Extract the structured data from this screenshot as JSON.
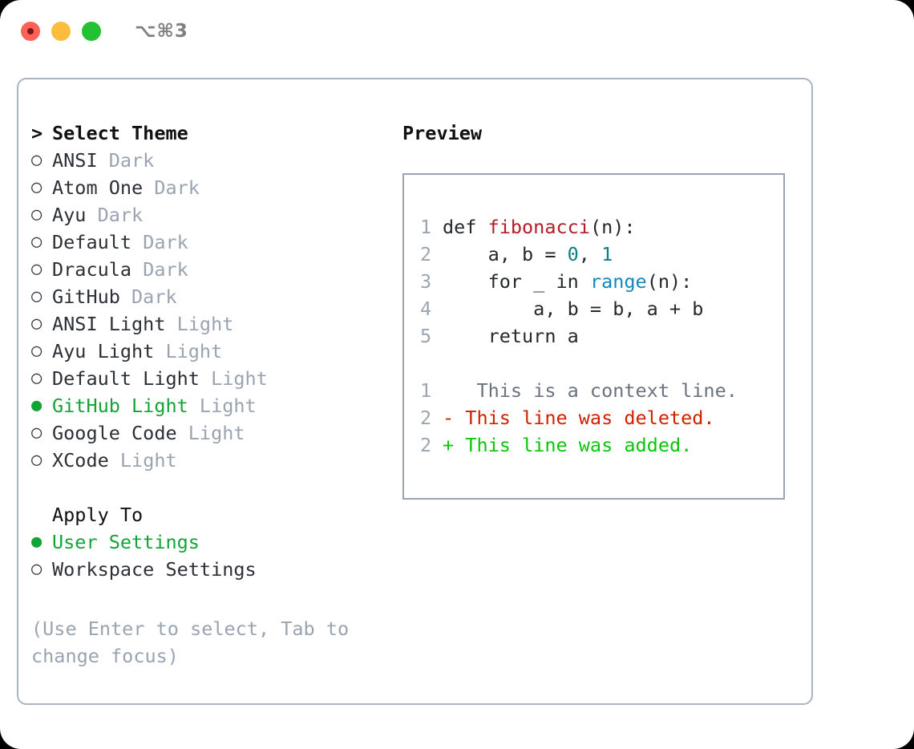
{
  "titlebar": {
    "shortcut": "⌥⌘3",
    "lights": [
      "close",
      "minimize",
      "zoom"
    ]
  },
  "left": {
    "heading": "Select Theme",
    "caret": ">",
    "bullet_unselected": "○",
    "bullet_selected": "●",
    "themes": [
      {
        "name": "ANSI",
        "kind": "Dark",
        "selected": false
      },
      {
        "name": "Atom One",
        "kind": "Dark",
        "selected": false
      },
      {
        "name": "Ayu",
        "kind": "Dark",
        "selected": false
      },
      {
        "name": "Default",
        "kind": "Dark",
        "selected": false
      },
      {
        "name": "Dracula",
        "kind": "Dark",
        "selected": false
      },
      {
        "name": "GitHub",
        "kind": "Dark",
        "selected": false
      },
      {
        "name": "ANSI Light",
        "kind": "Light",
        "selected": false
      },
      {
        "name": "Ayu Light",
        "kind": "Light",
        "selected": false
      },
      {
        "name": "Default Light",
        "kind": "Light",
        "selected": false
      },
      {
        "name": "GitHub Light",
        "kind": "Light",
        "selected": true
      },
      {
        "name": "Google Code",
        "kind": "Light",
        "selected": false
      },
      {
        "name": "XCode",
        "kind": "Light",
        "selected": false
      }
    ],
    "apply_to_label": "Apply To",
    "apply_to_options": [
      {
        "name": "User Settings",
        "selected": true
      },
      {
        "name": "Workspace Settings",
        "selected": false
      }
    ],
    "hint": "(Use Enter to select, Tab to change focus)"
  },
  "right": {
    "title": "Preview",
    "code_lines": [
      {
        "num": "1",
        "parts": [
          {
            "t": "def ",
            "c": "plain"
          },
          {
            "t": "fibonacci",
            "c": "fn"
          },
          {
            "t": "(n):",
            "c": "plain"
          }
        ]
      },
      {
        "num": "2",
        "parts": [
          {
            "t": "    a, b = ",
            "c": "plain"
          },
          {
            "t": "0",
            "c": "num"
          },
          {
            "t": ", ",
            "c": "plain"
          },
          {
            "t": "1",
            "c": "num"
          }
        ]
      },
      {
        "num": "3",
        "parts": [
          {
            "t": "    for _ in ",
            "c": "plain"
          },
          {
            "t": "range",
            "c": "call"
          },
          {
            "t": "(n):",
            "c": "plain"
          }
        ]
      },
      {
        "num": "4",
        "parts": [
          {
            "t": "        a, b = b, a + b",
            "c": "plain"
          }
        ]
      },
      {
        "num": "5",
        "parts": [
          {
            "t": "    return a",
            "c": "plain"
          }
        ]
      }
    ],
    "diff_lines": [
      {
        "num": "1",
        "marker": " ",
        "text": "  This is a context line.",
        "kind": "ctx"
      },
      {
        "num": "2",
        "marker": "-",
        "text": " This line was deleted.",
        "kind": "del"
      },
      {
        "num": "2",
        "marker": "+",
        "text": " This line was added.",
        "kind": "add"
      }
    ]
  },
  "colors": {
    "accent_green": "#12a437",
    "muted_gray": "#9aa3b0",
    "border": "#aab4c2",
    "preview_border": "#9aa5b1",
    "code_fn": "#b31d28",
    "code_num": "#0b8080",
    "code_call": "#1387bd",
    "diff_del": "#cc2200",
    "diff_add": "#0ac60a",
    "light_red": "#fd6158",
    "light_yellow": "#fcbd3f",
    "light_green": "#22c232"
  }
}
